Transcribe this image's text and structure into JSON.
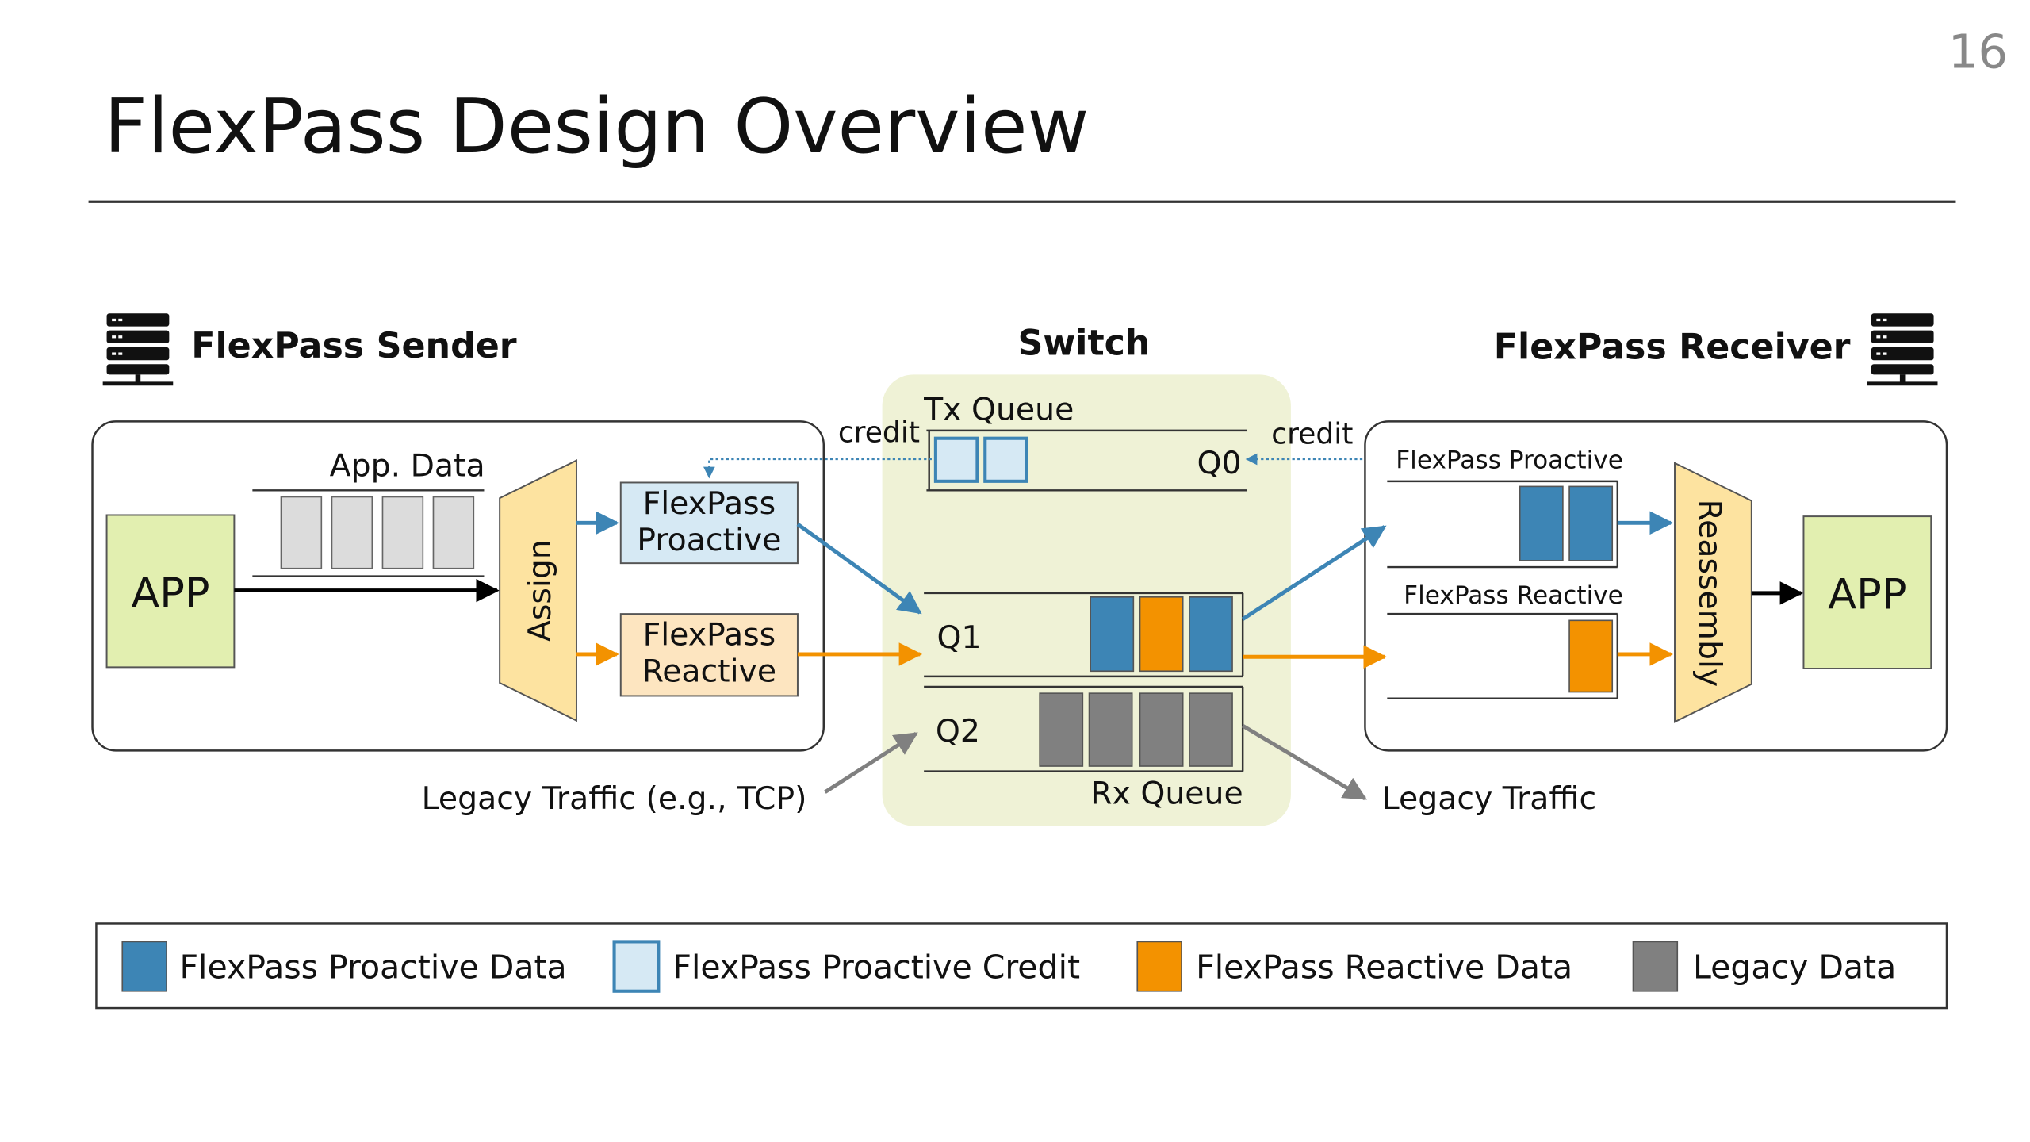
{
  "slide": {
    "title": "FlexPass Design Overview",
    "page_number": "16"
  },
  "sender": {
    "title": "FlexPass Sender",
    "app_label": "APP",
    "app_data_label": "App. Data",
    "assign_label": "Assign",
    "proactive_box": [
      "FlexPass",
      "Proactive"
    ],
    "reactive_box": [
      "FlexPass",
      "Reactive"
    ]
  },
  "switch": {
    "title": "Switch",
    "tx_queue_label": "Tx Queue",
    "q0_label": "Q0",
    "q1_label": "Q1",
    "q2_label": "Q2",
    "rx_queue_label": "Rx Queue",
    "credit_left": "credit",
    "credit_right": "credit"
  },
  "receiver": {
    "title": "FlexPass Receiver",
    "app_label": "APP",
    "reassembly_label": "Reassembly",
    "proactive_queue_label": "FlexPass Proactive",
    "reactive_queue_label": "FlexPass Reactive"
  },
  "external": {
    "legacy_in": "Legacy Traffic (e.g., TCP)",
    "legacy_out": "Legacy Traffic"
  },
  "legend": [
    {
      "label": "FlexPass Proactive Data",
      "color": "#3d85b5"
    },
    {
      "label": "FlexPass Proactive Credit",
      "color": "#d6e9f4"
    },
    {
      "label": "FlexPass Reactive Data",
      "color": "#f39200"
    },
    {
      "label": "Legacy Data",
      "color": "#808080"
    }
  ],
  "colors": {
    "proactive": "#3d85b5",
    "reactive": "#f39200",
    "legacy": "#808080",
    "credit_fill": "#d6e9f4",
    "app_fill": "#e2efb0",
    "assign_fill": "#fde3a0",
    "switch_bg": "#eff2d6"
  }
}
